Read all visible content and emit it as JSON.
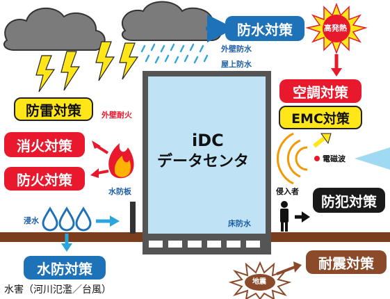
{
  "center": {
    "line1": "iDC",
    "line2": "データセンタ"
  },
  "badges": {
    "waterproof": "防水対策",
    "aircon": "空調対策",
    "emc": "EMC対策",
    "lightning": "防雷対策",
    "extinguish": "消火対策",
    "fireproof": "防火対策",
    "crime": "防犯対策",
    "flood": "水防対策",
    "quake": "耐震対策"
  },
  "labels": {
    "high_heat": "高発熱",
    "outer_wall_waterproof": "外壁防水",
    "roof_waterproof": "屋上防水",
    "outer_wall_fireproof": "外壁耐火",
    "electromagnetic": "電磁波",
    "intruder": "侵入者",
    "floodgate": "水防板",
    "inundation": "浸水",
    "floor_waterproof": "床防水",
    "earthquake": "地震",
    "caption": "水害（河川氾濫／台風）"
  },
  "colors": {
    "building_fill": "#bfe3f5",
    "building_frame": "#555555",
    "ground": "#7a3e1e",
    "red": "#e8192c",
    "blue": "#1e72b8",
    "yellow": "#ffe619",
    "cyan_arrow": "#2aa5de"
  },
  "icons": [
    "cloud-icon",
    "lightning-icon",
    "rain-icon",
    "fire-icon",
    "sun-burst-icon",
    "wave-icon",
    "person-icon",
    "water-drop-icon",
    "earthquake-burst-icon"
  ]
}
